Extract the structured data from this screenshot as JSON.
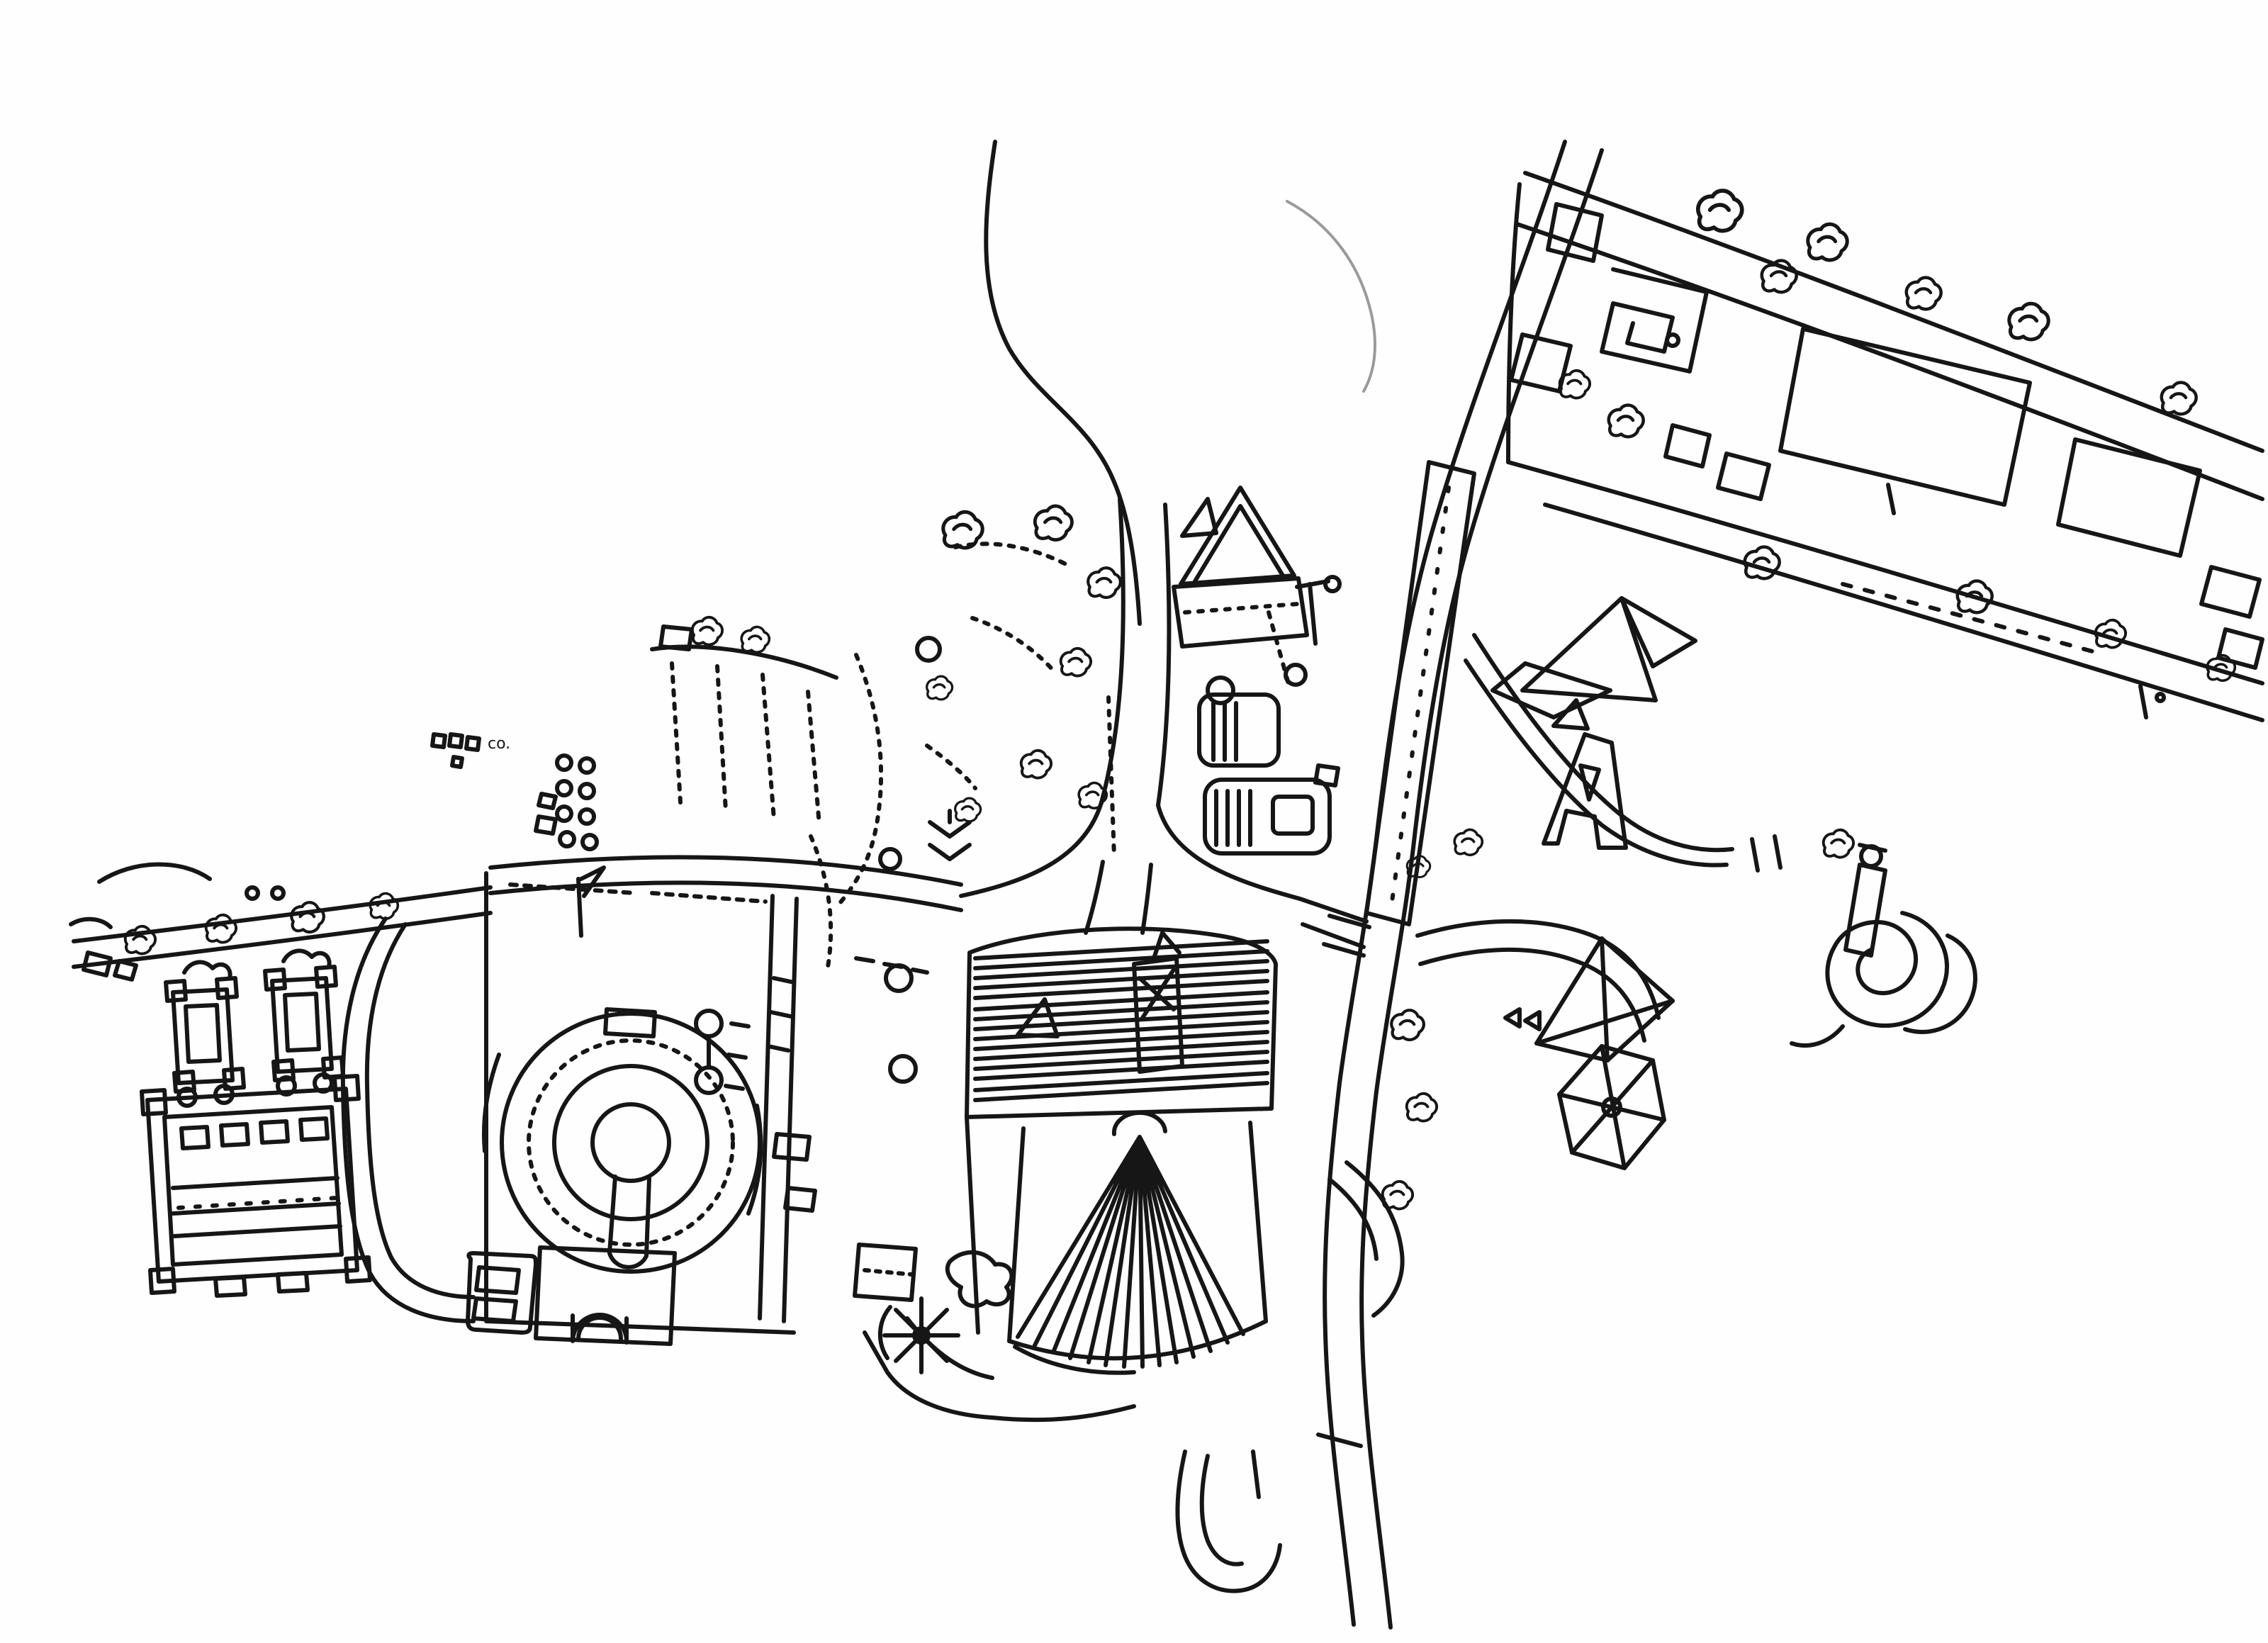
{
  "document": {
    "title": "Hand-drawn aerial site sketch",
    "medium": "black ink line drawing on white paper",
    "scribble_text": "co."
  },
  "palette": {
    "ink": "#161616",
    "paper": "#fefefe",
    "pencil": "#9a9a9a"
  },
  "symbols": {
    "tree": "scribbled tree canopy blob",
    "bush": "small round bush"
  },
  "features": {
    "rail_corridor": {
      "label": "long double-line rail or canal corridor curving from top centre-right to bottom centre"
    },
    "station_strip": {
      "label": "long thin platform building running beside the corridor"
    },
    "northeast_district": {
      "label": "diagonal street band at top right with blocks, a spiral building and street trees"
    },
    "central_avenue": {
      "label": "wide central avenue forking into a wishbone junction"
    },
    "west_road": {
      "label": "horizontal road at left with street trees and small sheds"
    },
    "western_compound": {
      "label": "walled compound at left with loop road, gridded parterre court and two machine-like pavilions"
    },
    "circus_ring": {
      "label": "large circular structure with heavy radial hatching and keyhole hub"
    },
    "arch_hall": {
      "label": "rectangular hall with arched opening and bus-shaped annex"
    },
    "south_yard_marks": {
      "label": "dark hatched square, compass star and scribbles south of the circus"
    },
    "tiny_annex": {
      "label": "tiny squares, ring grid and handwritten scribble"
    },
    "striped_terraces": {
      "label": "rows of hatched terrace bars and two curved hatched strips"
    },
    "hatched_stairs": {
      "label": "slanted ladder-hatched strips"
    },
    "central_grove": {
      "label": "loose cluster of scribbled trees and bushes in the centre"
    },
    "gable_hall": {
      "label": "hall with large triangular gable roof and hatched slab"
    },
    "courtyard_buildings": {
      "label": "rounded courtyard buildings with hatched wings and round tanks"
    },
    "median_strip": {
      "label": "narrow hatched median strip along the avenue"
    },
    "great_hall_and_fan": {
      "label": "large hall with parallel-line roof, braced tower and fan of radiating rays"
    },
    "south_hook": {
      "label": "hook-shaped road loop at bottom centre"
    },
    "riverside_lane": {
      "label": "small lane curling off the corridor"
    },
    "east_pyramids": {
      "label": "faceted pyramid triangles and A-shaped frame east of the corridor"
    },
    "geodesic_pavilion": {
      "label": "kite form and hexagonal pavilion with crossing braces"
    },
    "snail_spiral": {
      "label": "snail-like spiral building with small tower"
    },
    "pencil_arc": {
      "label": "faint pencil construction arc"
    },
    "trees": {
      "label": "scattered scribbled trees"
    },
    "bushes": {
      "label": "small round bushes and dots"
    },
    "yard_marks": {
      "label": "dumbbell tanks and tick marks in the yard"
    }
  }
}
